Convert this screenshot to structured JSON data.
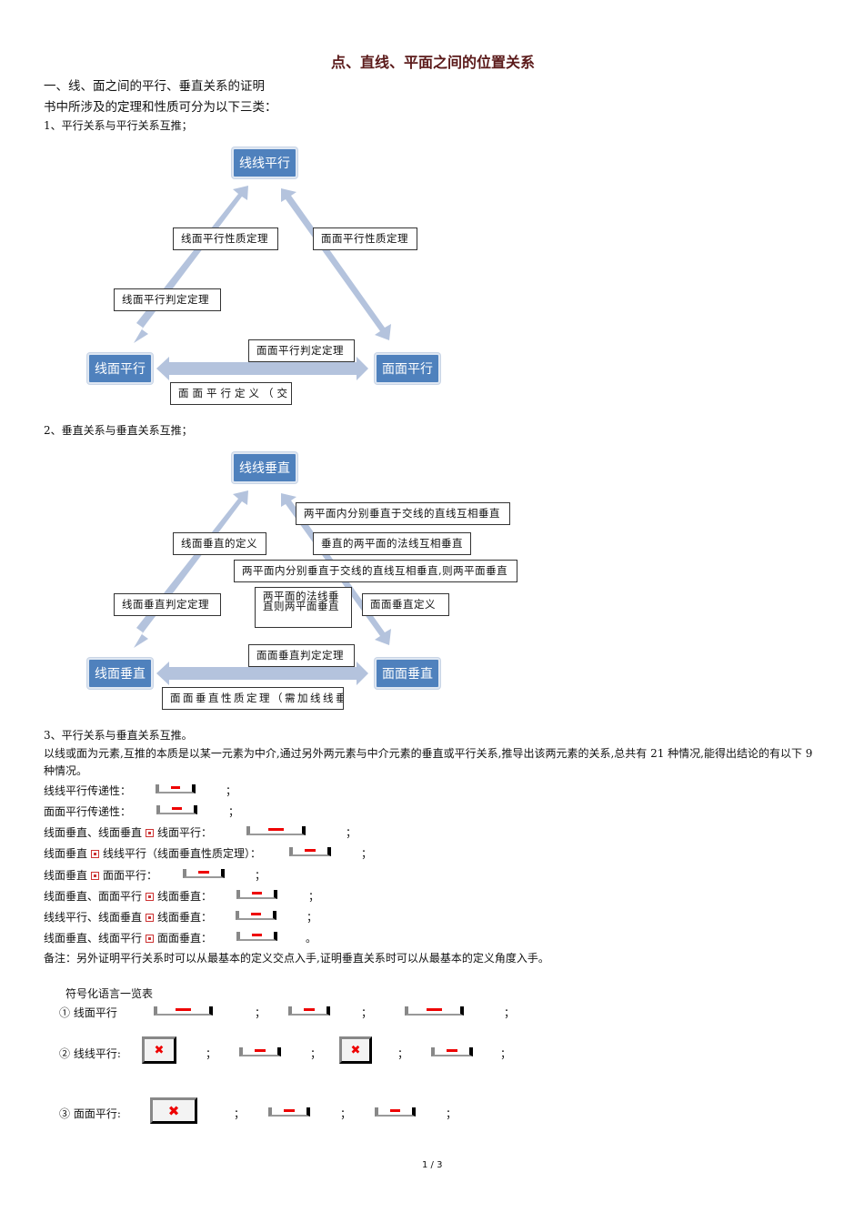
{
  "title": "点、直线、平面之间的位置关系",
  "heading1": "一、线、面之间的平行、垂直关系的证明",
  "intro": "书中所涉及的定理和性质可分为以下三类：",
  "section1": "1、平行关系与平行关系互推；",
  "diagram1": {
    "top": "线线平行",
    "left": "线面平行",
    "right": "面面平行",
    "labels": [
      "线面平行性质定理",
      "面面平行性质定理",
      "线面平行判定定理",
      "面面平行判定定理",
      "面面平行定义（交"
    ]
  },
  "section2": "2、垂直关系与垂直关系互推；",
  "diagram2": {
    "top": "线线垂直",
    "left": "线面垂直",
    "right": "面面垂直",
    "labels": [
      "两平面内分别垂直于交线的直线互相垂直",
      "线面垂直的定义",
      "垂直的两平面的法线互相垂直",
      "两平面内分别垂直于交线的直线互相垂直,则两平面垂直",
      "线面垂直判定定理",
      "两平面的法线垂直则两平面垂直",
      "面面垂直定义",
      "面面垂直判定定理",
      "面面垂直性质定理（需加线线垂"
    ]
  },
  "section3": "3、平行关系与垂直关系互推。",
  "para3": "以线或面为元素,互推的本质是以某一元素为中介,通过另外两元素与中介元素的垂直或平行关系,推导出该两元素的关系,总共有 21 种情况,能得出结论的有以下 9 种情况。",
  "rules": [
    {
      "a": "线线平行传递性：",
      "b": "",
      "end": "；"
    },
    {
      "a": "面面平行传递性：",
      "b": "",
      "end": "；"
    },
    {
      "a": "线面垂直、线面垂直",
      "b": "线面平行：",
      "end": "；"
    },
    {
      "a": "线面垂直",
      "b": "线线平行（线面垂直性质定理）：",
      "end": "；"
    },
    {
      "a": "线面垂直",
      "b": "面面平行：",
      "end": "；"
    },
    {
      "a": "线面垂直、面面平行",
      "b": "线面垂直：",
      "end": "；"
    },
    {
      "a": "线线平行、线面垂直",
      "b": "线面垂直：",
      "end": "；"
    },
    {
      "a": "线面垂直、线面平行",
      "b": "面面垂直：",
      "end": "。"
    }
  ],
  "note": "备注：另外证明平行关系时可以从最基本的定义交点入手,证明垂直关系时可以从最基本的定义角度入手。",
  "symbols_title": "符号化语言一览表",
  "symbols": [
    "① 线面平行",
    "② 线线平行:",
    "③ 面面平行:"
  ],
  "sep": "；",
  "page": "1 / 3"
}
